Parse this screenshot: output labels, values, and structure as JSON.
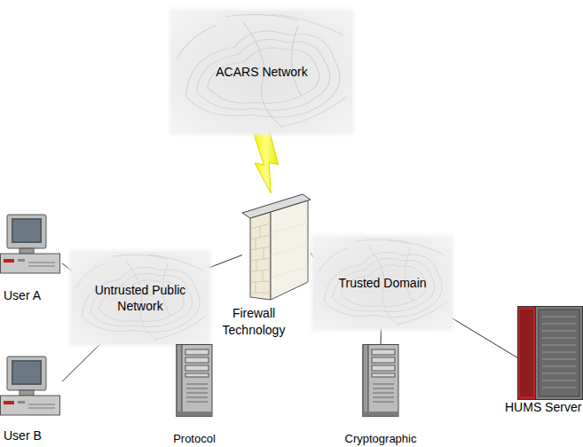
{
  "diagram": {
    "nodes": [
      {
        "text": [
          "ACARS Network"
        ]
      },
      {
        "text": [
          "User A"
        ]
      },
      {
        "text": [
          "Untrusted Public Network"
        ]
      },
      {
        "text": [
          "Firewall Technology"
        ]
      },
      {
        "text": [
          "Trusted Domain"
        ]
      },
      {
        "text": [
          "HUMS Server"
        ]
      },
      {
        "text": [
          "User B"
        ]
      },
      {
        "text": [
          "Protocol"
        ]
      },
      {
        "text": [
          "Cryptographic"
        ]
      }
    ],
    "edges": [
      {
        "from": 0,
        "to": 3,
        "arrow": "none"
      },
      {
        "from": 1,
        "to": 2,
        "arrow": "none"
      },
      {
        "from": 6,
        "to": 2,
        "arrow": "none"
      },
      {
        "from": 2,
        "to": 3,
        "arrow": "none"
      },
      {
        "from": 3,
        "to": 4,
        "arrow": "none"
      },
      {
        "from": 4,
        "to": 5,
        "arrow": "none"
      },
      {
        "from": 4,
        "to": 8,
        "arrow": "none"
      }
    ]
  }
}
